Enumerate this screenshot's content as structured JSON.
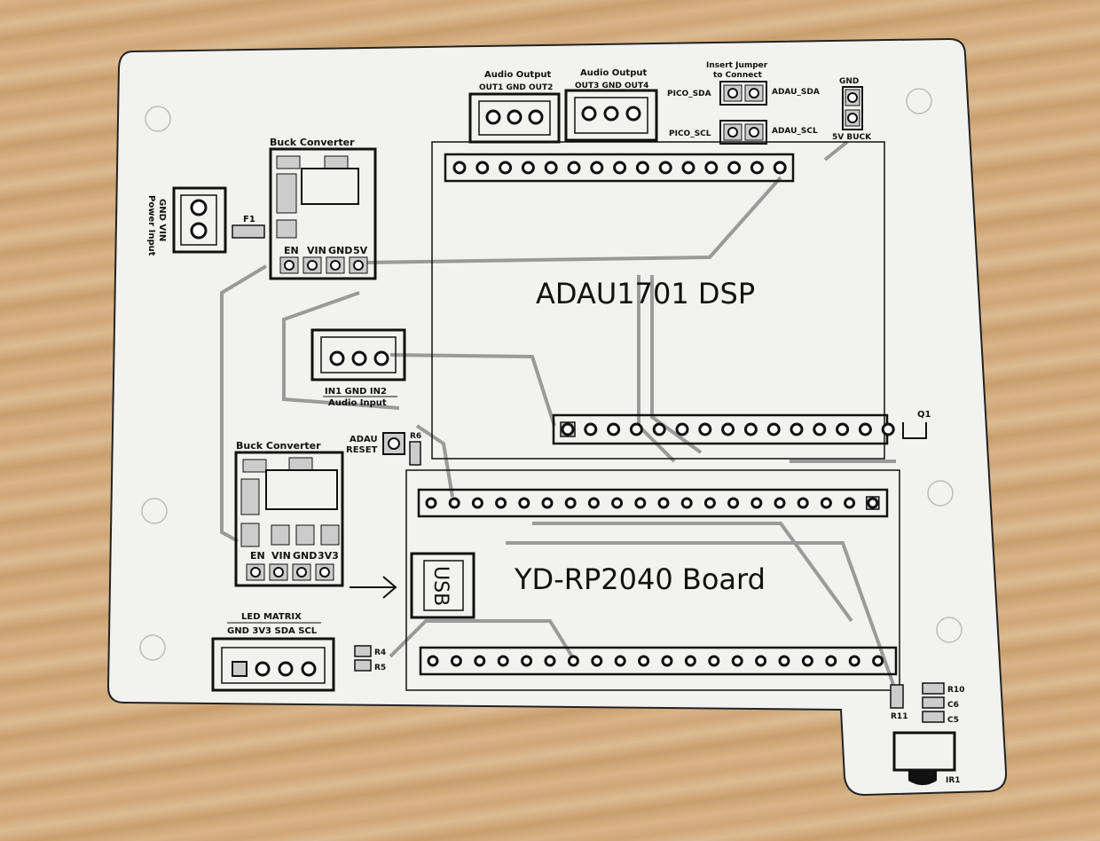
{
  "labels": {
    "buck_top_title": "Buck Converter",
    "buck_top_pins": [
      "EN",
      "VIN",
      "GND",
      "5V"
    ],
    "buck_bottom_title": "Buck Converter",
    "buck_bottom_pins": [
      "EN",
      "VIN",
      "GND",
      "3V3"
    ],
    "power_input_line1": "GND VIN",
    "power_input_line2": "Power Input",
    "fuse": "F1",
    "audio_output_1_title": "Audio Output",
    "audio_output_1_pins": "OUT1 GND OUT2",
    "audio_output_2_title": "Audio Output",
    "audio_output_2_pins": "OUT3 GND OUT4",
    "jumper_line1": "Insert Jumper",
    "jumper_line2": "to Connect",
    "pico_sda": "PICO_SDA",
    "adau_sda": "ADAU_SDA",
    "pico_scl": "PICO_SCL",
    "adau_scl": "ADAU_SCL",
    "gnd_header": "GND",
    "buck_5v": "5V BUCK",
    "dsp_title": "ADAU1701 DSP",
    "audio_input_pins": "IN1 GND IN2",
    "audio_input_title": "Audio Input",
    "adau_reset_line1": "ADAU",
    "adau_reset_line2": "RESET",
    "r6": "R6",
    "q1": "Q1",
    "usb": "USB",
    "rp2040_title": "YD-RP2040 Board",
    "led_matrix_title": "LED MATRIX",
    "led_matrix_pins": "GND 3V3 SDA SCL",
    "r4": "R4",
    "r5": "R5",
    "r10": "R10",
    "c6": "C6",
    "c5": "C5",
    "r11": "R11",
    "ir1": "IR1"
  }
}
